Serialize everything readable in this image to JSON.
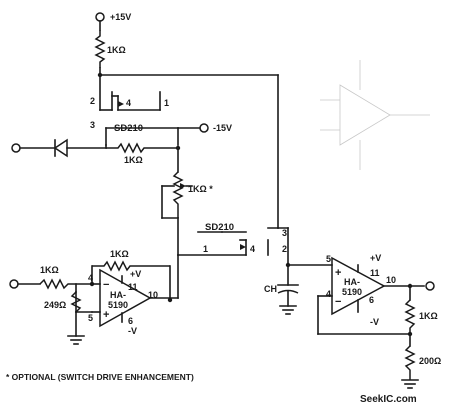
{
  "labels": {
    "supply_pos": "+15V",
    "r_top": "1KΩ",
    "sw1_p2": "2",
    "sw1_p4": "4",
    "sw1_p1": "1",
    "sw1_p3": "3",
    "sw1_name": "SD210",
    "supply_neg": "-15V",
    "r_mid": "1KΩ",
    "r_pot": "1KΩ *",
    "sw2_name": "SD210",
    "sw2_p3": "3",
    "sw2_p1": "1",
    "sw2_p4": "4",
    "sw2_p2": "2",
    "r_fb": "1KΩ",
    "r_in": "1KΩ",
    "r_249": "249Ω",
    "a1_pin4": "4",
    "a1_pin11": "11",
    "a1_vp": "+V",
    "a1_name1": "HA-",
    "a1_name2": "5190",
    "a1_pin10": "10",
    "a1_pin5": "5",
    "a1_pin6": "6",
    "a1_vn": "-V",
    "ch": "CH",
    "a2_pin5": "5",
    "a2_vp": "+V",
    "a2_pin11": "11",
    "a2_name1": "HA-",
    "a2_name2": "5190",
    "a2_pin10": "10",
    "a2_pin4": "4",
    "a2_pin6": "6",
    "a2_vn": "-V",
    "r_out": "1KΩ",
    "r_200": "200Ω",
    "footnote": "* OPTIONAL (SWITCH DRIVE ENHANCEMENT)",
    "watermark": "SeekIC.com"
  }
}
